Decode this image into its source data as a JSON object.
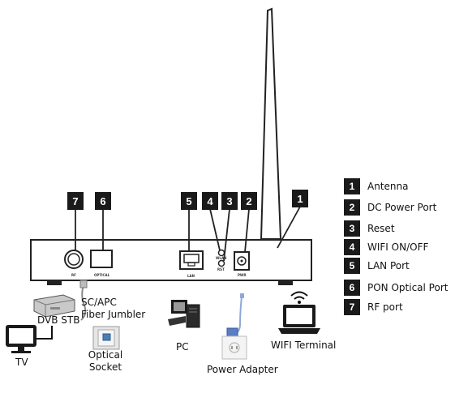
{
  "callouts": [
    "7",
    "6",
    "5",
    "4",
    "3",
    "2",
    "1"
  ],
  "legend": [
    {
      "num": "1",
      "label": "Antenna"
    },
    {
      "num": "2",
      "label": "DC Power Port"
    },
    {
      "num": "3",
      "label": "Reset"
    },
    {
      "num": "4",
      "label": "WIFI ON/OFF"
    },
    {
      "num": "5",
      "label": "LAN Port"
    },
    {
      "num": "6",
      "label": "PON Optical Port"
    },
    {
      "num": "7",
      "label": "RF port"
    }
  ],
  "port_labels": {
    "rf": "RF",
    "optical": "OPTICAL",
    "lan": "LAN",
    "wlan": "WLAN",
    "rst": "RST",
    "pwr": "PWR"
  },
  "devices": {
    "fiber_line1": "SC/APC",
    "fiber_line2": "Fiber Jumbler",
    "dvb": "DVB STB",
    "tv": "TV",
    "socket_line1": "Optical",
    "socket_line2": "Socket",
    "pc": "PC",
    "power": "Power Adapter",
    "wifi": "WIFI Terminal"
  }
}
